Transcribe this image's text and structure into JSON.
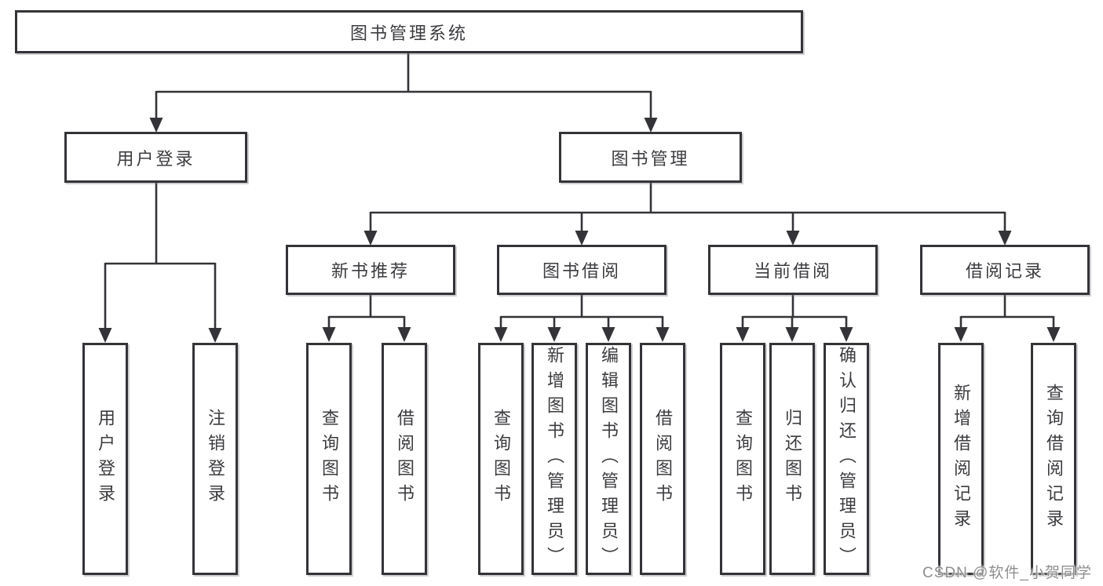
{
  "title": "图书管理系统",
  "branches": [
    {
      "label": "用户登录",
      "children": [
        "用户登录",
        "注销登录"
      ]
    },
    {
      "label": "图书管理",
      "children": [
        {
          "label": "新书推荐",
          "children": [
            "查询图书",
            "借阅图书"
          ]
        },
        {
          "label": "图书借阅",
          "children": [
            "查询图书",
            "新增图书（管理员）",
            "编辑图书（管理员）",
            "借阅图书"
          ]
        },
        {
          "label": "当前借阅",
          "children": [
            "查询图书",
            "归还图书",
            "确认归还（管理员）"
          ]
        },
        {
          "label": "借阅记录",
          "children": [
            "新增借阅记录",
            "查询借阅记录"
          ]
        }
      ]
    }
  ],
  "watermark": "CSDN @软件_小贺同学",
  "colors": {
    "line": "#343438",
    "text": "#3c3c40",
    "watermark": "#8f8f8f",
    "background": "#ffffff"
  }
}
